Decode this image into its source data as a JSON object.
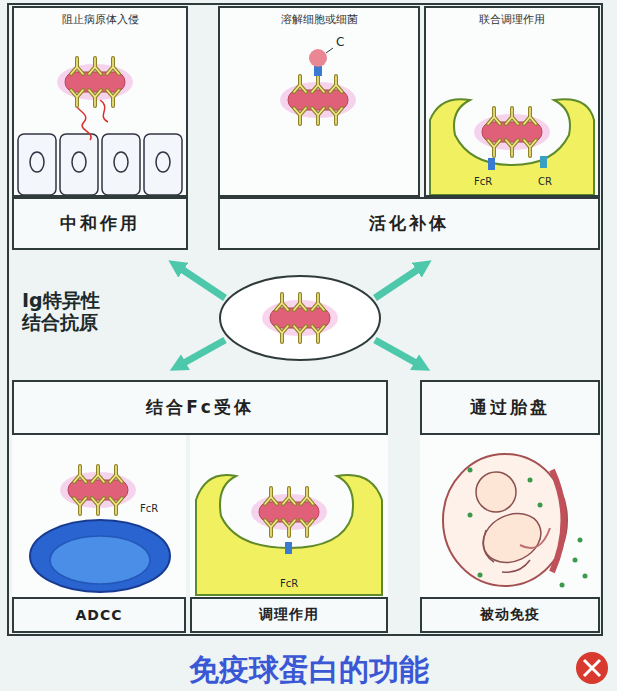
{
  "diagram": {
    "title": "免疫球蛋白的功能",
    "nodes": [
      {
        "text": [
          "阻止病原体入侵"
        ]
      },
      {
        "text": [
          "溶解细胞或细菌"
        ]
      },
      {
        "text": [
          "联合调理作用"
        ]
      },
      {
        "text": [
          "中和作用"
        ]
      },
      {
        "text": [
          "活化补体"
        ]
      },
      {
        "text": [
          "结合Fc受体"
        ]
      },
      {
        "text": [
          "通过胎盘"
        ]
      },
      {
        "text": [
          "ADCC"
        ]
      },
      {
        "text": [
          "调理作用"
        ]
      },
      {
        "text": [
          "被动免疫"
        ]
      }
    ],
    "labels": [
      "C",
      "FcR",
      "CR",
      "Ig特异性结合抗原",
      "FcR",
      "FcR"
    ]
  }
}
